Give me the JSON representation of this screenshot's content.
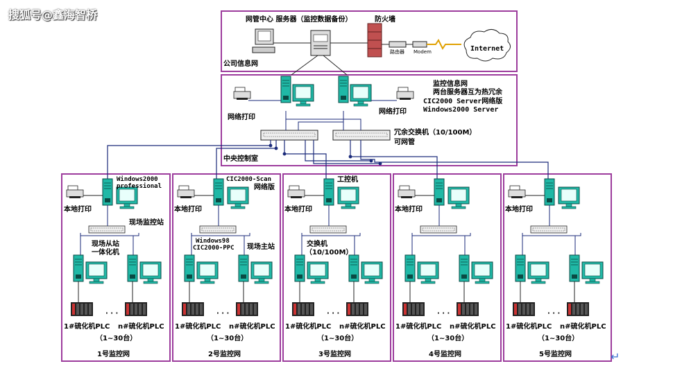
{
  "watermark": "搜狐号@鑫海智桥",
  "top_section": {
    "title": "网管中心  服务器（监控数据备份）",
    "firewall": "防火墙",
    "network_label": "公司信息网",
    "internet": "Internet",
    "router_a": "路由器",
    "router_b": "Modem"
  },
  "central_section": {
    "monitor_net_line1": "监控信息网",
    "monitor_net_line2": "两台服务器互为热冗余",
    "monitor_net_line3": "CIC2000 Server网络版",
    "monitor_net_line4": "Windows2000 Server",
    "net_printer_left": "网络打印",
    "net_printer_right": "网络打印",
    "switch_label_line1": "冗余交换机（10/100M）",
    "switch_label_line2": "可网管",
    "room_label": "中央控制室"
  },
  "stations": [
    {
      "printer": "本地打印",
      "server_os_line1": "Windows2000",
      "server_os_line2": "professional",
      "hub_label": "现场监控站",
      "hub_sub_line1": "现场从站",
      "hub_sub_line2": "一体化机",
      "plc_left": "1#硫化机PLC",
      "plc_right": "n#硫化机PLC",
      "count": "（1~30台）",
      "title": "1号监控网"
    },
    {
      "printer": "本地打印",
      "server_os_line1": "CIC2000-Scan",
      "server_os_line2": "网络版",
      "hub_label_line1": "Windows98",
      "hub_label_line2": "CIC2000-PPC",
      "hub_side": "现场主站",
      "plc_left": "1#硫化机PLC",
      "plc_right": "n#硫化机PLC",
      "count": "（1~30台）",
      "title": "2号监控网"
    },
    {
      "printer": "本地打印",
      "server_os_line1": "工控机",
      "hub_label_line1": "交换机",
      "hub_label_line2": "（10/100M）",
      "plc_left": "1#硫化机PLC",
      "plc_right": "n#硫化机PLC",
      "count": "（1~30台）",
      "title": "3号监控网"
    },
    {
      "printer": "本地打印",
      "plc_left": "1#硫化机PLC",
      "plc_right": "n#硫化机PLC",
      "count": "（1~30台）",
      "title": "4号监控网"
    },
    {
      "printer": "本地打印",
      "plc_left": "1#硫化机PLC",
      "plc_right": "n#硫化机PLC",
      "count": "（1~30台）",
      "title": "5号监控网"
    }
  ],
  "dots": "· · ·",
  "colors": {
    "border": "#9c3b9c",
    "computer": "#20b8a6",
    "network_line": "#1a2a7a"
  }
}
